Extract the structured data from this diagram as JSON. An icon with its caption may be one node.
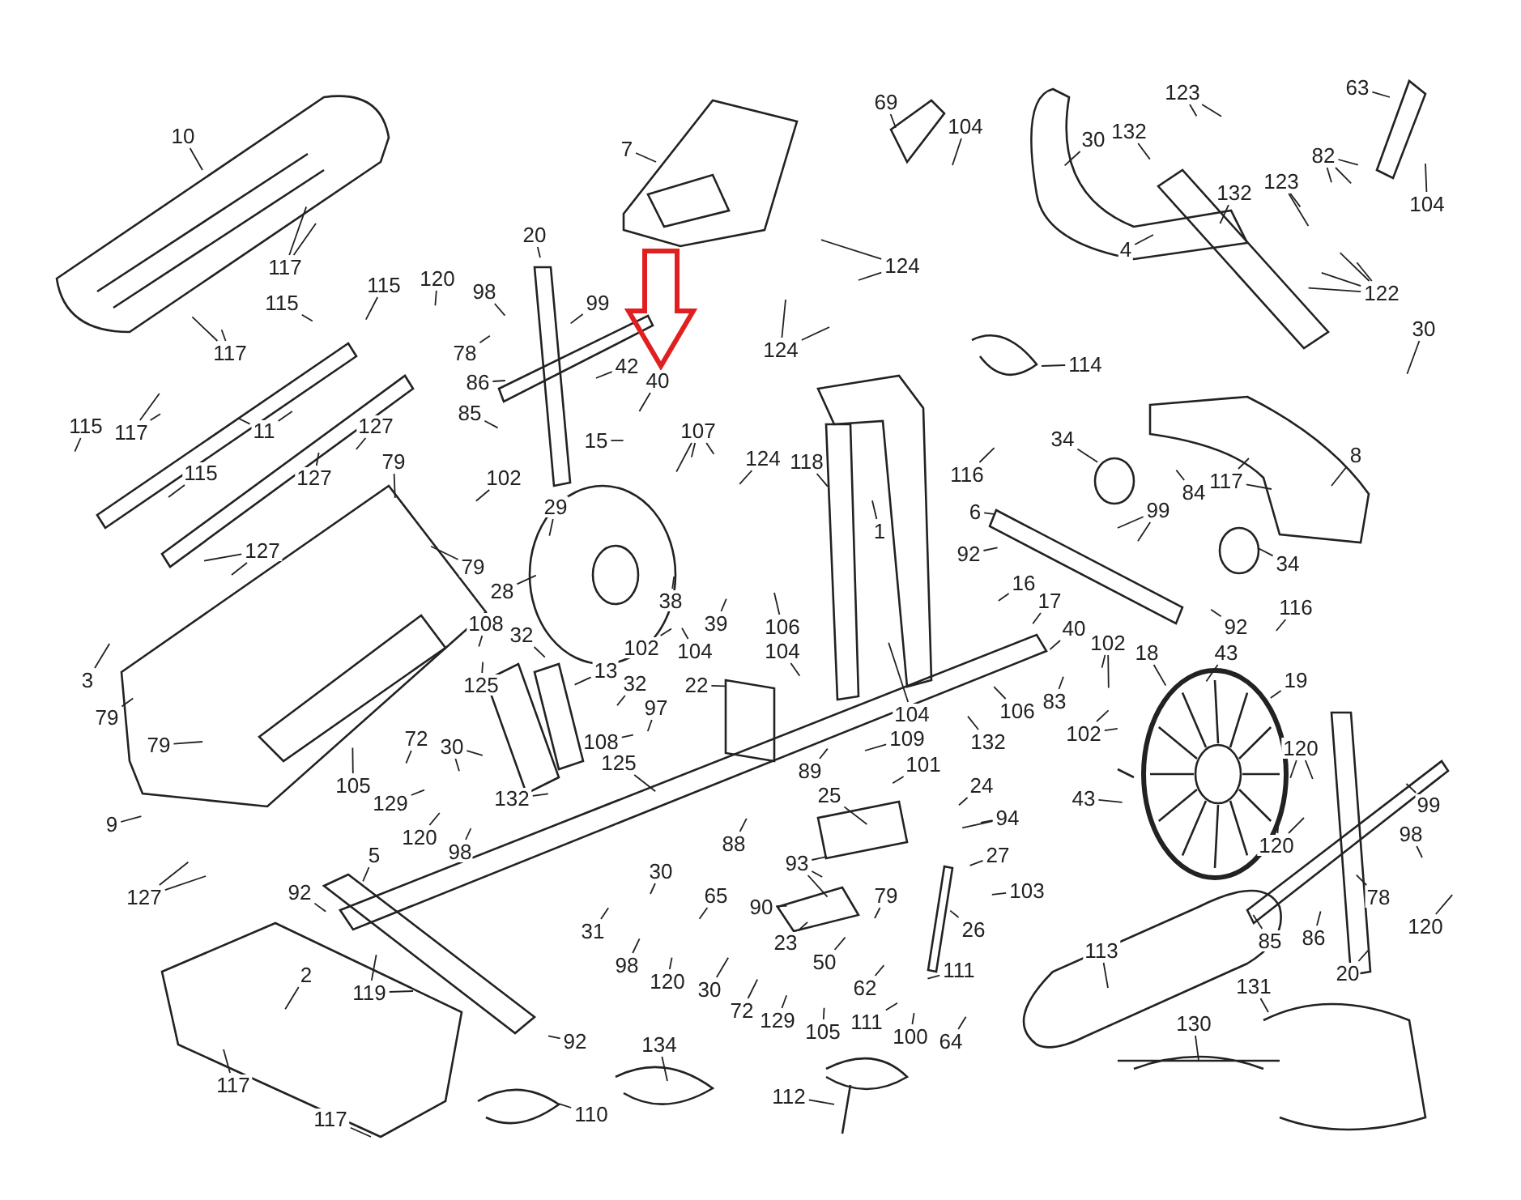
{
  "diagram": {
    "nodes": [
      {
        "text": [
          "10"
        ]
      },
      {
        "text": [
          "7"
        ]
      },
      {
        "text": [
          "69"
        ]
      },
      {
        "text": [
          "63"
        ]
      },
      {
        "text": [
          "123"
        ]
      },
      {
        "text": [
          "104"
        ]
      },
      {
        "text": [
          "30"
        ]
      },
      {
        "text": [
          "132"
        ]
      },
      {
        "text": [
          "82"
        ]
      },
      {
        "text": [
          "132"
        ]
      },
      {
        "text": [
          "123"
        ]
      },
      {
        "text": [
          "104"
        ]
      },
      {
        "text": [
          "20"
        ]
      },
      {
        "text": [
          "4"
        ]
      },
      {
        "text": [
          "124"
        ]
      },
      {
        "text": [
          "117"
        ]
      },
      {
        "text": [
          "120"
        ]
      },
      {
        "text": [
          "98"
        ]
      },
      {
        "text": [
          "115"
        ]
      },
      {
        "text": [
          "122"
        ]
      },
      {
        "text": [
          "115"
        ]
      },
      {
        "text": [
          "99"
        ]
      },
      {
        "text": [
          "30"
        ]
      },
      {
        "text": [
          "124"
        ]
      },
      {
        "text": [
          "117"
        ]
      },
      {
        "text": [
          "78"
        ]
      },
      {
        "text": [
          "114"
        ]
      },
      {
        "text": [
          "42"
        ]
      },
      {
        "text": [
          "40"
        ]
      },
      {
        "text": [
          "86"
        ]
      },
      {
        "text": [
          "85"
        ]
      },
      {
        "text": [
          "115"
        ]
      },
      {
        "text": [
          "117"
        ]
      },
      {
        "text": [
          "11"
        ]
      },
      {
        "text": [
          "127"
        ]
      },
      {
        "text": [
          "107"
        ]
      },
      {
        "text": [
          "34"
        ]
      },
      {
        "text": [
          "15"
        ]
      },
      {
        "text": [
          "8"
        ]
      },
      {
        "text": [
          "124"
        ]
      },
      {
        "text": [
          "118"
        ]
      },
      {
        "text": [
          "79"
        ]
      },
      {
        "text": [
          "116"
        ]
      },
      {
        "text": [
          "115"
        ]
      },
      {
        "text": [
          "127"
        ]
      },
      {
        "text": [
          "102"
        ]
      },
      {
        "text": [
          "117"
        ]
      },
      {
        "text": [
          "84"
        ]
      },
      {
        "text": [
          "29"
        ]
      },
      {
        "text": [
          "6"
        ]
      },
      {
        "text": [
          "99"
        ]
      },
      {
        "text": [
          "1"
        ]
      },
      {
        "text": [
          "127"
        ]
      },
      {
        "text": [
          "92"
        ]
      },
      {
        "text": [
          "34"
        ]
      },
      {
        "text": [
          "79"
        ]
      },
      {
        "text": [
          "16"
        ]
      },
      {
        "text": [
          "28"
        ]
      },
      {
        "text": [
          "38"
        ]
      },
      {
        "text": [
          "17"
        ]
      },
      {
        "text": [
          "116"
        ]
      },
      {
        "text": [
          "39"
        ]
      },
      {
        "text": [
          "106"
        ]
      },
      {
        "text": [
          "108"
        ]
      },
      {
        "text": [
          "40"
        ]
      },
      {
        "text": [
          "92"
        ]
      },
      {
        "text": [
          "32"
        ]
      },
      {
        "text": [
          "102"
        ]
      },
      {
        "text": [
          "102"
        ]
      },
      {
        "text": [
          "104"
        ]
      },
      {
        "text": [
          "104"
        ]
      },
      {
        "text": [
          "43"
        ]
      },
      {
        "text": [
          "18"
        ]
      },
      {
        "text": [
          "13"
        ]
      },
      {
        "text": [
          "3"
        ]
      },
      {
        "text": [
          "19"
        ]
      },
      {
        "text": [
          "32"
        ]
      },
      {
        "text": [
          "125"
        ]
      },
      {
        "text": [
          "22"
        ]
      },
      {
        "text": [
          "83"
        ]
      },
      {
        "text": [
          "97"
        ]
      },
      {
        "text": [
          "106"
        ]
      },
      {
        "text": [
          "104"
        ]
      },
      {
        "text": [
          "79"
        ]
      },
      {
        "text": [
          "102"
        ]
      },
      {
        "text": [
          "72"
        ]
      },
      {
        "text": [
          "109"
        ]
      },
      {
        "text": [
          "108"
        ]
      },
      {
        "text": [
          "132"
        ]
      },
      {
        "text": [
          "79"
        ]
      },
      {
        "text": [
          "30"
        ]
      },
      {
        "text": [
          "120"
        ]
      },
      {
        "text": [
          "125"
        ]
      },
      {
        "text": [
          "101"
        ]
      },
      {
        "text": [
          "89"
        ]
      },
      {
        "text": [
          "105"
        ]
      },
      {
        "text": [
          "24"
        ]
      },
      {
        "text": [
          "25"
        ]
      },
      {
        "text": [
          "132"
        ]
      },
      {
        "text": [
          "43"
        ]
      },
      {
        "text": [
          "129"
        ]
      },
      {
        "text": [
          "99"
        ]
      },
      {
        "text": [
          "94"
        ]
      },
      {
        "text": [
          "9"
        ]
      },
      {
        "text": [
          "98"
        ]
      },
      {
        "text": [
          "120"
        ]
      },
      {
        "text": [
          "88"
        ]
      },
      {
        "text": [
          "120"
        ]
      },
      {
        "text": [
          "98"
        ]
      },
      {
        "text": [
          "5"
        ]
      },
      {
        "text": [
          "27"
        ]
      },
      {
        "text": [
          "93"
        ]
      },
      {
        "text": [
          "30"
        ]
      },
      {
        "text": [
          "103"
        ]
      },
      {
        "text": [
          "92"
        ]
      },
      {
        "text": [
          "65"
        ]
      },
      {
        "text": [
          "79"
        ]
      },
      {
        "text": [
          "78"
        ]
      },
      {
        "text": [
          "127"
        ]
      },
      {
        "text": [
          "90"
        ]
      },
      {
        "text": [
          "26"
        ]
      },
      {
        "text": [
          "31"
        ]
      },
      {
        "text": [
          "86"
        ]
      },
      {
        "text": [
          "85"
        ]
      },
      {
        "text": [
          "120"
        ]
      },
      {
        "text": [
          "23"
        ]
      },
      {
        "text": [
          "113"
        ]
      },
      {
        "text": [
          "50"
        ]
      },
      {
        "text": [
          "98"
        ]
      },
      {
        "text": [
          "111"
        ]
      },
      {
        "text": [
          "20"
        ]
      },
      {
        "text": [
          "2"
        ]
      },
      {
        "text": [
          "120"
        ]
      },
      {
        "text": [
          "131"
        ]
      },
      {
        "text": [
          "62"
        ]
      },
      {
        "text": [
          "30"
        ]
      },
      {
        "text": [
          "119"
        ]
      },
      {
        "text": [
          "72"
        ]
      },
      {
        "text": [
          "129"
        ]
      },
      {
        "text": [
          "111"
        ]
      },
      {
        "text": [
          "130"
        ]
      },
      {
        "text": [
          "105"
        ]
      },
      {
        "text": [
          "100"
        ]
      },
      {
        "text": [
          "92"
        ]
      },
      {
        "text": [
          "64"
        ]
      },
      {
        "text": [
          "134"
        ]
      },
      {
        "text": [
          "117"
        ]
      },
      {
        "text": [
          "112"
        ]
      },
      {
        "text": [
          "110"
        ]
      },
      {
        "text": [
          "117"
        ]
      }
    ],
    "edges": [
      {
        "from": 0,
        "to": null,
        "arrow": "none"
      },
      {
        "from": 1,
        "to": null,
        "arrow": "none"
      },
      {
        "from": 2,
        "to": null,
        "arrow": "none"
      },
      {
        "from": 3,
        "to": null,
        "arrow": "none"
      },
      {
        "from": 4,
        "to": null,
        "arrow": "none"
      },
      {
        "from": 4,
        "to": null,
        "arrow": "none"
      },
      {
        "from": 5,
        "to": null,
        "arrow": "none"
      },
      {
        "from": 6,
        "to": null,
        "arrow": "none"
      },
      {
        "from": 7,
        "to": null,
        "arrow": "none"
      },
      {
        "from": 8,
        "to": null,
        "arrow": "none"
      },
      {
        "from": 8,
        "to": null,
        "arrow": "none"
      },
      {
        "from": 8,
        "to": null,
        "arrow": "none"
      },
      {
        "from": 9,
        "to": null,
        "arrow": "none"
      },
      {
        "from": 10,
        "to": null,
        "arrow": "none"
      },
      {
        "from": 10,
        "to": null,
        "arrow": "none"
      },
      {
        "from": 11,
        "to": null,
        "arrow": "none"
      },
      {
        "from": 12,
        "to": null,
        "arrow": "none"
      },
      {
        "from": 13,
        "to": null,
        "arrow": "none"
      },
      {
        "from": 14,
        "to": null,
        "arrow": "none"
      },
      {
        "from": 14,
        "to": null,
        "arrow": "none"
      },
      {
        "from": 15,
        "to": null,
        "arrow": "none"
      },
      {
        "from": 15,
        "to": null,
        "arrow": "none"
      },
      {
        "from": 16,
        "to": null,
        "arrow": "none"
      },
      {
        "from": 17,
        "to": null,
        "arrow": "none"
      },
      {
        "from": 18,
        "to": null,
        "arrow": "none"
      },
      {
        "from": 19,
        "to": null,
        "arrow": "none"
      },
      {
        "from": 19,
        "to": null,
        "arrow": "none"
      },
      {
        "from": 19,
        "to": null,
        "arrow": "none"
      },
      {
        "from": 19,
        "to": null,
        "arrow": "none"
      },
      {
        "from": 20,
        "to": null,
        "arrow": "none"
      },
      {
        "from": 21,
        "to": null,
        "arrow": "none"
      },
      {
        "from": 22,
        "to": null,
        "arrow": "none"
      },
      {
        "from": 23,
        "to": null,
        "arrow": "none"
      },
      {
        "from": 23,
        "to": null,
        "arrow": "none"
      },
      {
        "from": 24,
        "to": null,
        "arrow": "none"
      },
      {
        "from": 24,
        "to": null,
        "arrow": "none"
      },
      {
        "from": 25,
        "to": null,
        "arrow": "none"
      },
      {
        "from": 26,
        "to": null,
        "arrow": "none"
      },
      {
        "from": 27,
        "to": null,
        "arrow": "none"
      },
      {
        "from": 28,
        "to": null,
        "arrow": "none"
      },
      {
        "from": 29,
        "to": null,
        "arrow": "none"
      },
      {
        "from": 30,
        "to": null,
        "arrow": "none"
      },
      {
        "from": 31,
        "to": null,
        "arrow": "none"
      },
      {
        "from": 32,
        "to": null,
        "arrow": "none"
      },
      {
        "from": 32,
        "to": null,
        "arrow": "none"
      },
      {
        "from": 33,
        "to": null,
        "arrow": "none"
      },
      {
        "from": 33,
        "to": null,
        "arrow": "none"
      },
      {
        "from": 34,
        "to": null,
        "arrow": "none"
      },
      {
        "from": 35,
        "to": null,
        "arrow": "none"
      },
      {
        "from": 35,
        "to": null,
        "arrow": "none"
      },
      {
        "from": 35,
        "to": null,
        "arrow": "none"
      },
      {
        "from": 36,
        "to": null,
        "arrow": "none"
      },
      {
        "from": 37,
        "to": null,
        "arrow": "none"
      },
      {
        "from": 38,
        "to": null,
        "arrow": "none"
      },
      {
        "from": 39,
        "to": null,
        "arrow": "none"
      },
      {
        "from": 40,
        "to": null,
        "arrow": "none"
      },
      {
        "from": 41,
        "to": null,
        "arrow": "none"
      },
      {
        "from": 42,
        "to": null,
        "arrow": "none"
      },
      {
        "from": 43,
        "to": null,
        "arrow": "none"
      },
      {
        "from": 44,
        "to": null,
        "arrow": "none"
      },
      {
        "from": 45,
        "to": null,
        "arrow": "none"
      },
      {
        "from": 46,
        "to": null,
        "arrow": "none"
      },
      {
        "from": 46,
        "to": null,
        "arrow": "none"
      },
      {
        "from": 47,
        "to": null,
        "arrow": "none"
      },
      {
        "from": 48,
        "to": null,
        "arrow": "none"
      },
      {
        "from": 49,
        "to": null,
        "arrow": "none"
      },
      {
        "from": 50,
        "to": null,
        "arrow": "none"
      },
      {
        "from": 50,
        "to": null,
        "arrow": "none"
      },
      {
        "from": 51,
        "to": null,
        "arrow": "none"
      },
      {
        "from": 52,
        "to": null,
        "arrow": "none"
      },
      {
        "from": 52,
        "to": null,
        "arrow": "none"
      },
      {
        "from": 53,
        "to": null,
        "arrow": "none"
      },
      {
        "from": 54,
        "to": null,
        "arrow": "none"
      },
      {
        "from": 55,
        "to": null,
        "arrow": "none"
      },
      {
        "from": 56,
        "to": null,
        "arrow": "none"
      },
      {
        "from": 57,
        "to": null,
        "arrow": "none"
      },
      {
        "from": 58,
        "to": null,
        "arrow": "none"
      },
      {
        "from": 59,
        "to": null,
        "arrow": "none"
      },
      {
        "from": 60,
        "to": null,
        "arrow": "none"
      },
      {
        "from": 61,
        "to": null,
        "arrow": "none"
      },
      {
        "from": 62,
        "to": null,
        "arrow": "none"
      },
      {
        "from": 63,
        "to": null,
        "arrow": "none"
      },
      {
        "from": 64,
        "to": null,
        "arrow": "none"
      },
      {
        "from": 65,
        "to": null,
        "arrow": "none"
      },
      {
        "from": 66,
        "to": null,
        "arrow": "none"
      },
      {
        "from": 67,
        "to": null,
        "arrow": "none"
      },
      {
        "from": 68,
        "to": null,
        "arrow": "none"
      },
      {
        "from": 68,
        "to": null,
        "arrow": "none"
      },
      {
        "from": 69,
        "to": null,
        "arrow": "none"
      },
      {
        "from": 70,
        "to": null,
        "arrow": "none"
      },
      {
        "from": 71,
        "to": null,
        "arrow": "none"
      },
      {
        "from": 72,
        "to": null,
        "arrow": "none"
      },
      {
        "from": 73,
        "to": null,
        "arrow": "none"
      },
      {
        "from": 74,
        "to": null,
        "arrow": "none"
      },
      {
        "from": 75,
        "to": null,
        "arrow": "none"
      },
      {
        "from": 76,
        "to": null,
        "arrow": "none"
      },
      {
        "from": 77,
        "to": null,
        "arrow": "none"
      },
      {
        "from": 78,
        "to": null,
        "arrow": "none"
      },
      {
        "from": 79,
        "to": null,
        "arrow": "none"
      },
      {
        "from": 80,
        "to": null,
        "arrow": "none"
      },
      {
        "from": 81,
        "to": null,
        "arrow": "none"
      },
      {
        "from": 82,
        "to": null,
        "arrow": "none"
      },
      {
        "from": 83,
        "to": null,
        "arrow": "none"
      },
      {
        "from": 84,
        "to": null,
        "arrow": "none"
      },
      {
        "from": 84,
        "to": null,
        "arrow": "none"
      },
      {
        "from": 85,
        "to": null,
        "arrow": "none"
      },
      {
        "from": 86,
        "to": null,
        "arrow": "none"
      },
      {
        "from": 87,
        "to": null,
        "arrow": "none"
      },
      {
        "from": 88,
        "to": null,
        "arrow": "none"
      },
      {
        "from": 89,
        "to": null,
        "arrow": "none"
      },
      {
        "from": 90,
        "to": null,
        "arrow": "none"
      },
      {
        "from": 90,
        "to": null,
        "arrow": "none"
      },
      {
        "from": 91,
        "to": null,
        "arrow": "none"
      },
      {
        "from": 91,
        "to": null,
        "arrow": "none"
      },
      {
        "from": 92,
        "to": null,
        "arrow": "none"
      },
      {
        "from": 93,
        "to": null,
        "arrow": "none"
      },
      {
        "from": 94,
        "to": null,
        "arrow": "none"
      },
      {
        "from": 95,
        "to": null,
        "arrow": "none"
      },
      {
        "from": 96,
        "to": null,
        "arrow": "none"
      },
      {
        "from": 97,
        "to": null,
        "arrow": "none"
      },
      {
        "from": 98,
        "to": null,
        "arrow": "none"
      },
      {
        "from": 99,
        "to": null,
        "arrow": "none"
      },
      {
        "from": 100,
        "to": null,
        "arrow": "none"
      },
      {
        "from": 101,
        "to": null,
        "arrow": "none"
      },
      {
        "from": 102,
        "to": null,
        "arrow": "none"
      },
      {
        "from": 102,
        "to": null,
        "arrow": "none"
      },
      {
        "from": 103,
        "to": null,
        "arrow": "none"
      },
      {
        "from": 104,
        "to": null,
        "arrow": "none"
      },
      {
        "from": 105,
        "to": null,
        "arrow": "none"
      },
      {
        "from": 106,
        "to": null,
        "arrow": "none"
      },
      {
        "from": 107,
        "to": null,
        "arrow": "none"
      },
      {
        "from": 107,
        "to": null,
        "arrow": "none"
      },
      {
        "from": 108,
        "to": null,
        "arrow": "none"
      },
      {
        "from": 109,
        "to": null,
        "arrow": "none"
      },
      {
        "from": 110,
        "to": null,
        "arrow": "none"
      },
      {
        "from": 111,
        "to": null,
        "arrow": "none"
      },
      {
        "from": 111,
        "to": null,
        "arrow": "none"
      },
      {
        "from": 111,
        "to": null,
        "arrow": "none"
      },
      {
        "from": 112,
        "to": null,
        "arrow": "none"
      },
      {
        "from": 113,
        "to": null,
        "arrow": "none"
      },
      {
        "from": 114,
        "to": null,
        "arrow": "none"
      },
      {
        "from": 115,
        "to": null,
        "arrow": "none"
      },
      {
        "from": 116,
        "to": null,
        "arrow": "none"
      },
      {
        "from": 117,
        "to": null,
        "arrow": "none"
      },
      {
        "from": 118,
        "to": null,
        "arrow": "none"
      },
      {
        "from": 118,
        "to": null,
        "arrow": "none"
      },
      {
        "from": 119,
        "to": null,
        "arrow": "none"
      },
      {
        "from": 120,
        "to": null,
        "arrow": "none"
      },
      {
        "from": 121,
        "to": null,
        "arrow": "none"
      },
      {
        "from": 122,
        "to": null,
        "arrow": "none"
      },
      {
        "from": 123,
        "to": null,
        "arrow": "none"
      },
      {
        "from": 124,
        "to": null,
        "arrow": "none"
      },
      {
        "from": 125,
        "to": null,
        "arrow": "none"
      },
      {
        "from": 126,
        "to": null,
        "arrow": "none"
      },
      {
        "from": 127,
        "to": null,
        "arrow": "none"
      },
      {
        "from": 128,
        "to": null,
        "arrow": "none"
      },
      {
        "from": 129,
        "to": null,
        "arrow": "none"
      },
      {
        "from": 130,
        "to": null,
        "arrow": "none"
      },
      {
        "from": 131,
        "to": null,
        "arrow": "none"
      },
      {
        "from": 132,
        "to": null,
        "arrow": "none"
      },
      {
        "from": 133,
        "to": null,
        "arrow": "none"
      },
      {
        "from": 134,
        "to": null,
        "arrow": "none"
      },
      {
        "from": 135,
        "to": null,
        "arrow": "none"
      },
      {
        "from": 136,
        "to": null,
        "arrow": "none"
      },
      {
        "from": 136,
        "to": null,
        "arrow": "none"
      },
      {
        "from": 137,
        "to": null,
        "arrow": "none"
      },
      {
        "from": 138,
        "to": null,
        "arrow": "none"
      },
      {
        "from": 139,
        "to": null,
        "arrow": "none"
      },
      {
        "from": 140,
        "to": null,
        "arrow": "none"
      },
      {
        "from": 141,
        "to": null,
        "arrow": "none"
      },
      {
        "from": 142,
        "to": null,
        "arrow": "none"
      },
      {
        "from": 143,
        "to": null,
        "arrow": "none"
      },
      {
        "from": 144,
        "to": null,
        "arrow": "none"
      },
      {
        "from": 145,
        "to": null,
        "arrow": "none"
      },
      {
        "from": 146,
        "to": null,
        "arrow": "none"
      },
      {
        "from": 147,
        "to": null,
        "arrow": "none"
      },
      {
        "from": 148,
        "to": null,
        "arrow": "none"
      },
      {
        "from": 149,
        "to": null,
        "arrow": "none"
      }
    ]
  }
}
